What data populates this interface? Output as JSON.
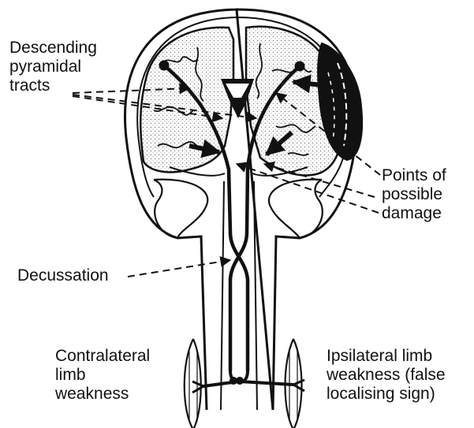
{
  "labels": {
    "descending": [
      "Descending",
      "pyramidal",
      "tracts"
    ],
    "points": [
      "Points of",
      "possible",
      "damage"
    ],
    "decussation": "Decussation",
    "contralateral": [
      "Contralateral",
      "limb",
      "weakness"
    ],
    "ipsilateral": [
      "Ipsilateral limb",
      "weakness (false",
      "localising sign)"
    ]
  },
  "colors": {
    "ink": "#111111",
    "brain_fill": "#ffffff",
    "stipple": "#777777",
    "haematoma": "#111111"
  }
}
